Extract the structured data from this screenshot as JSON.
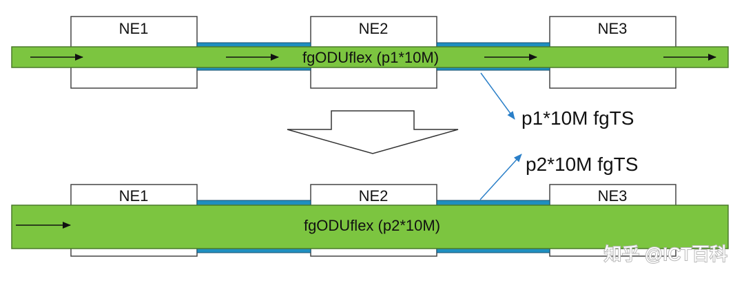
{
  "colors": {
    "pipe_green": "#7cc540",
    "pipe_border": "#4b7a2a",
    "link_blue": "#1f8fc0",
    "callout_arrow": "#2a7fc8",
    "ne_box_fill": "#ffffff",
    "ne_box_border": "#444444"
  },
  "top_scenario": {
    "nodes": [
      "NE1",
      "NE2",
      "NE3"
    ],
    "pipe_label": "fgODUflex (p1*10M)"
  },
  "bottom_scenario": {
    "nodes": [
      "NE1",
      "NE2",
      "NE3"
    ],
    "pipe_label": "fgODUflex (p2*10M)"
  },
  "callouts": {
    "top": "p1*10M fgTS",
    "bottom": "p2*10M fgTS"
  },
  "transition_arrow_icon": "down-arrow-outline",
  "watermark": "知乎 @ICT百科"
}
